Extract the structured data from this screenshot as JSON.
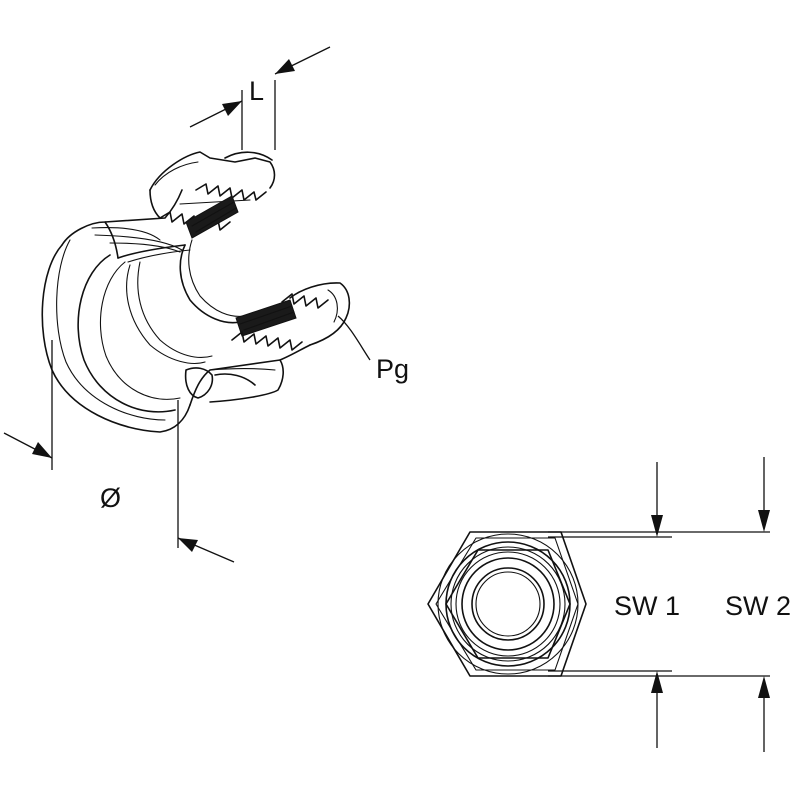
{
  "labels": {
    "length": "L",
    "thread": "Pg",
    "diameter": "Ø",
    "width_across_flats_1": "SW 1",
    "width_across_flats_2": "SW 2"
  }
}
